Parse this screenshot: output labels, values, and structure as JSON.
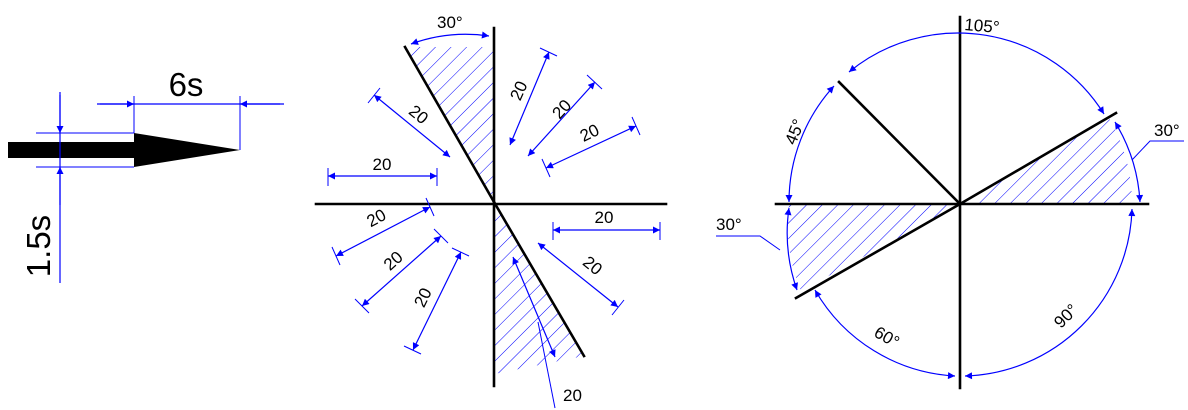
{
  "colors": {
    "line": "#000000",
    "dimension": "#0000ff",
    "hatch": "#0000ff",
    "background": "#ffffff"
  },
  "arrow_figure": {
    "length_label": "6s",
    "width_label": "1.5s"
  },
  "linear_dimensions_figure": {
    "angle_label": "30°",
    "dimension_value": "20"
  },
  "angular_dimensions_figure": {
    "labels": {
      "top": "105°",
      "upper_left": "45°",
      "right": "30°",
      "left": "30°",
      "lower_left": "60°",
      "lower_right": "90°"
    }
  }
}
